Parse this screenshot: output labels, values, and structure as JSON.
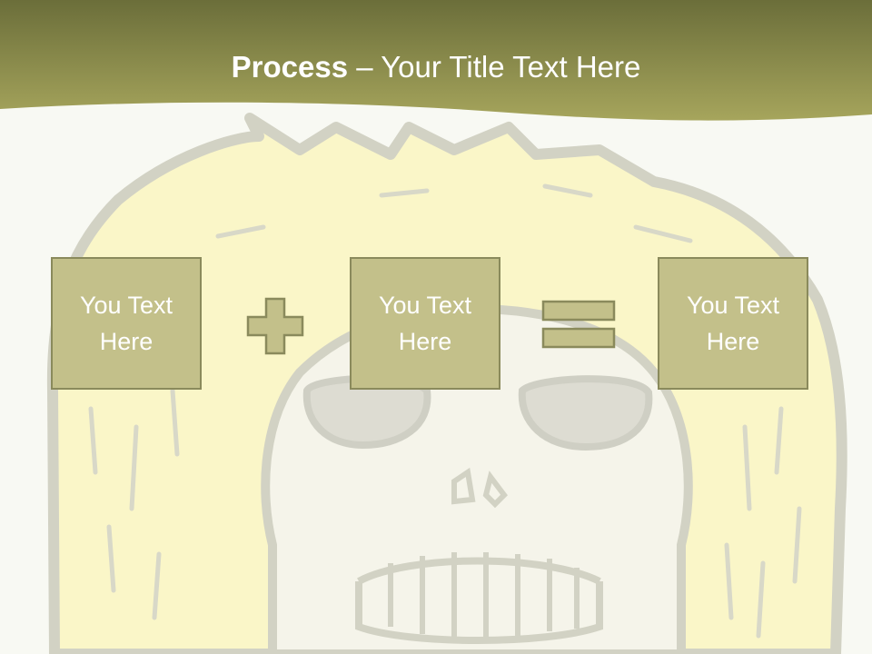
{
  "slide": {
    "title_strong": "Process",
    "title_rest": " – Your Title Text Here"
  },
  "process": {
    "boxes": [
      {
        "line1": "You Text",
        "line2": "Here"
      },
      {
        "line1": "You Text",
        "line2": "Here"
      },
      {
        "line1": "You Text",
        "line2": "Here"
      }
    ],
    "operators": [
      "plus-icon",
      "equals-icon"
    ]
  },
  "colors": {
    "header_dark": "#6b6e3a",
    "header_light": "#a6a55c",
    "box_fill": "#c3c08a",
    "box_border": "#8a8a5c",
    "background": "#f8f9f3"
  }
}
